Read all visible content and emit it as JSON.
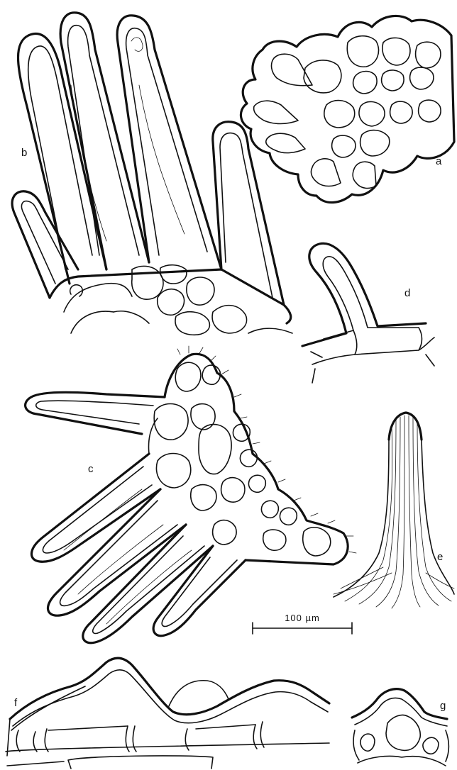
{
  "panels": [
    {
      "id": "a",
      "label": "a"
    },
    {
      "id": "b",
      "label": "b"
    },
    {
      "id": "c",
      "label": "c"
    },
    {
      "id": "d",
      "label": "d"
    },
    {
      "id": "e",
      "label": "e"
    },
    {
      "id": "f",
      "label": "f"
    },
    {
      "id": "g",
      "label": "g"
    }
  ],
  "scale_bar": {
    "label": "100 µm"
  }
}
